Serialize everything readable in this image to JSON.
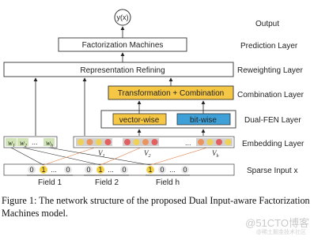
{
  "layers": {
    "output": "Output",
    "prediction": "Prediction Layer",
    "reweighting": "Reweighting Layer",
    "combination": "Combination Layer",
    "dualfen": "Dual-FEN Layer",
    "embedding": "Embedding Layer",
    "sparse": "Sparse Input x"
  },
  "nodes": {
    "output": "y(x)",
    "fm": "Factorization Machines",
    "refining": "Representation Refining",
    "transform": "Transformation + Combination",
    "vector_wise": "vector-wise",
    "bit_wise": "bit-wise"
  },
  "weights": {
    "w1": "w",
    "w1_sub": "1",
    "w2": "w",
    "w2_sub": "2",
    "wh": "w",
    "wh_sub": "h",
    "dots": "..."
  },
  "vectors": {
    "v1": "V",
    "v1_sub": "1",
    "v2": "V",
    "v2_sub": "2",
    "vh": "V",
    "vh_sub": "h",
    "dots": "..."
  },
  "sparse": {
    "g1a": "0",
    "g1b": "1",
    "g1dots": "...",
    "g1c": "0",
    "g2a": "0",
    "g2b": "1",
    "g2dots": "...",
    "g2c": "0",
    "g3a": "1",
    "g3b": "0",
    "g3dots": "...",
    "g3c": "0"
  },
  "fields": {
    "f1": "Field 1",
    "f2": "Field 2",
    "fh": "Field h"
  },
  "caption": "Figure 1: The network structure of the proposed Dual Input-aware Factorization Machines model.",
  "watermark": "@51CTO博客",
  "watermark2": "@稀土掘金技术社区",
  "colors": {
    "transform_fill": "#f6c645",
    "vector_fill": "#f6c645",
    "bit_fill": "#3fa0d8",
    "dot_yellow": "#f5d142",
    "dot_orange": "#f08a4b",
    "dot_red": "#e64c4c",
    "cell_bg": "#d0d0d0",
    "green_cell": "#cfe3b4"
  }
}
